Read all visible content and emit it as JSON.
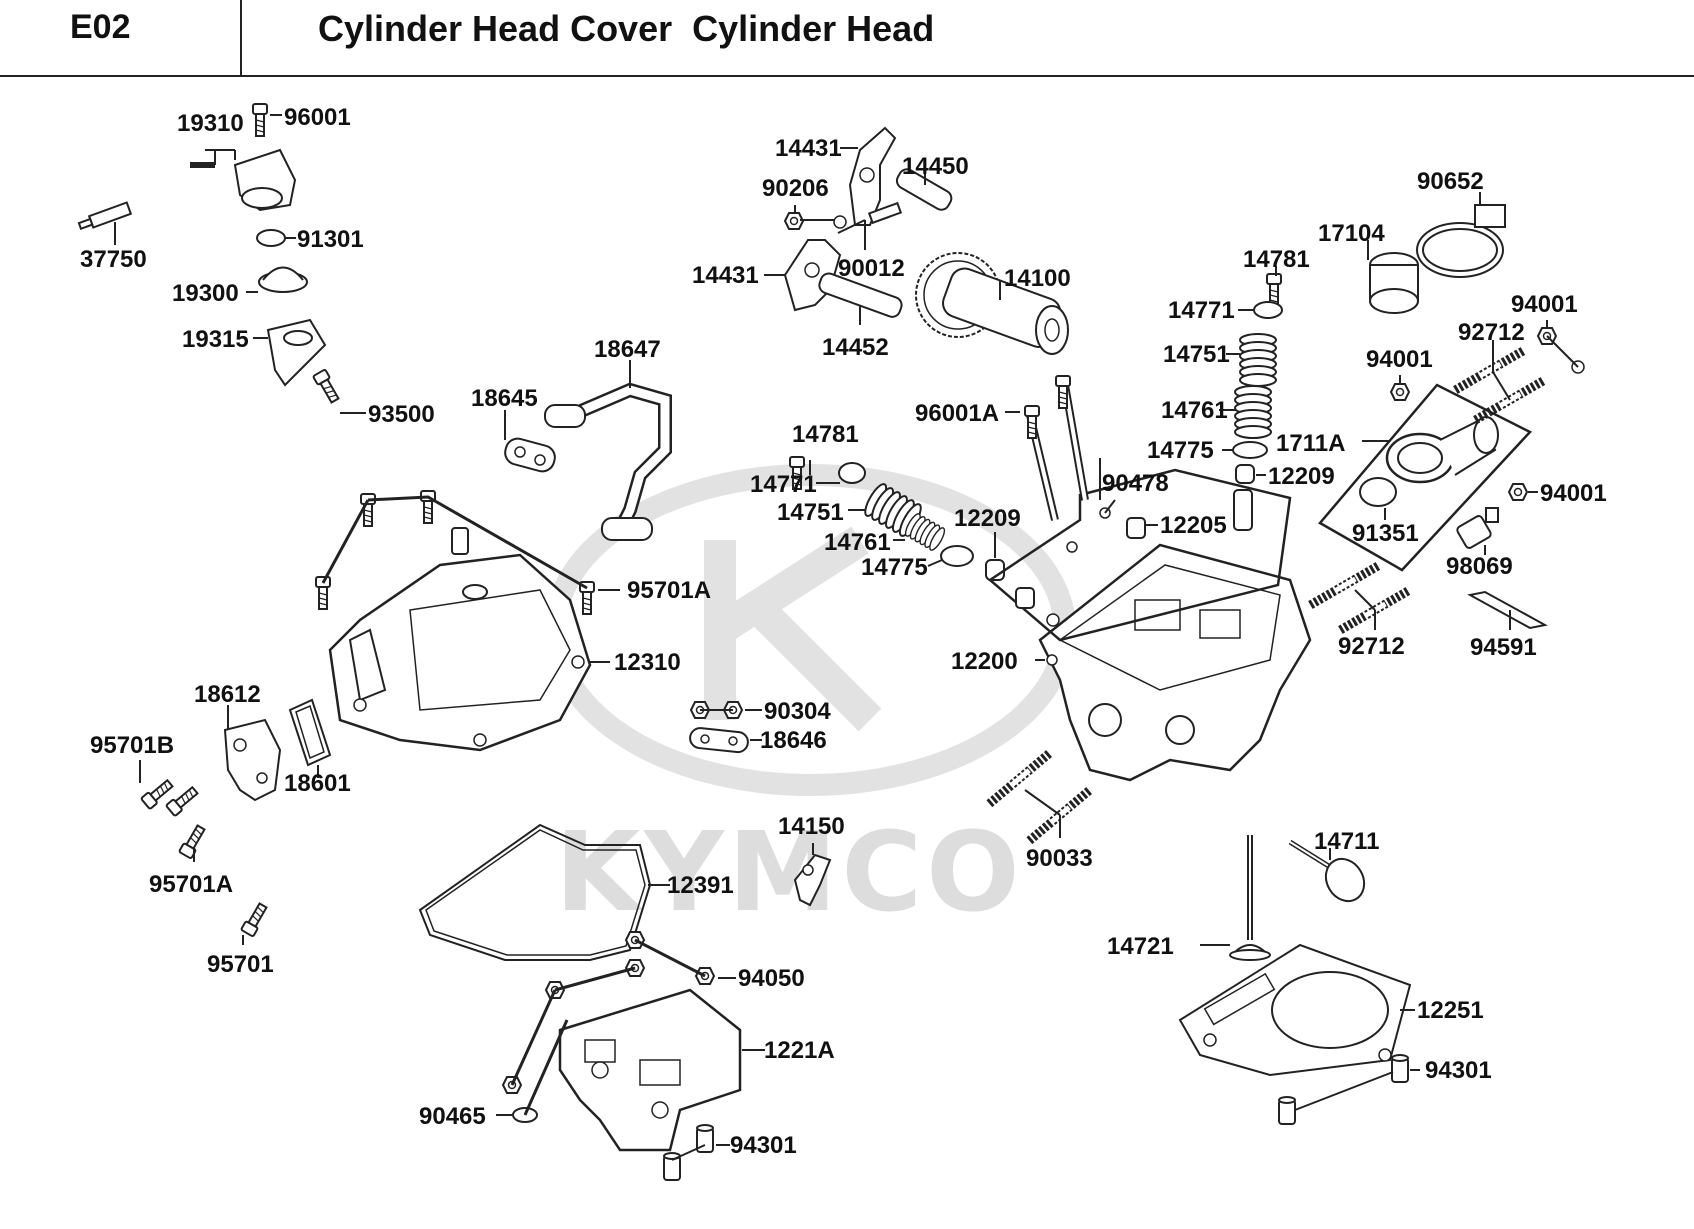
{
  "header": {
    "code": "E02",
    "title": "Cylinder Head Cover  Cylinder Head"
  },
  "watermark": {
    "text": "KYMCO",
    "color": "#dddddd"
  },
  "parts": [
    {
      "id": "96001"
    },
    {
      "id": "19310"
    },
    {
      "id": "91301"
    },
    {
      "id": "37750"
    },
    {
      "id": "19300"
    },
    {
      "id": "19315"
    },
    {
      "id": "93500"
    },
    {
      "id": "18645"
    },
    {
      "id": "18647"
    },
    {
      "id": "95701A"
    },
    {
      "id": "12310"
    },
    {
      "id": "18612"
    },
    {
      "id": "95701B"
    },
    {
      "id": "18601"
    },
    {
      "id": "95701A"
    },
    {
      "id": "95701"
    },
    {
      "id": "12391"
    },
    {
      "id": "94050"
    },
    {
      "id": "1221A"
    },
    {
      "id": "90465"
    },
    {
      "id": "94301"
    },
    {
      "id": "14431"
    },
    {
      "id": "14450"
    },
    {
      "id": "90206"
    },
    {
      "id": "90012"
    },
    {
      "id": "14431"
    },
    {
      "id": "14100"
    },
    {
      "id": "14452"
    },
    {
      "id": "14781"
    },
    {
      "id": "14771"
    },
    {
      "id": "14751"
    },
    {
      "id": "14761"
    },
    {
      "id": "14775"
    },
    {
      "id": "12209"
    },
    {
      "id": "90304"
    },
    {
      "id": "18646"
    },
    {
      "id": "14150"
    },
    {
      "id": "96001A"
    },
    {
      "id": "90478"
    },
    {
      "id": "12205"
    },
    {
      "id": "12200"
    },
    {
      "id": "90033"
    },
    {
      "id": "14781"
    },
    {
      "id": "14771"
    },
    {
      "id": "14751"
    },
    {
      "id": "14761"
    },
    {
      "id": "14775"
    },
    {
      "id": "12209"
    },
    {
      "id": "1711A"
    },
    {
      "id": "17104"
    },
    {
      "id": "90652"
    },
    {
      "id": "94001"
    },
    {
      "id": "92712"
    },
    {
      "id": "94001"
    },
    {
      "id": "94001"
    },
    {
      "id": "91351"
    },
    {
      "id": "98069"
    },
    {
      "id": "92712"
    },
    {
      "id": "94591"
    },
    {
      "id": "14711"
    },
    {
      "id": "14721"
    },
    {
      "id": "12251"
    },
    {
      "id": "94301"
    }
  ]
}
